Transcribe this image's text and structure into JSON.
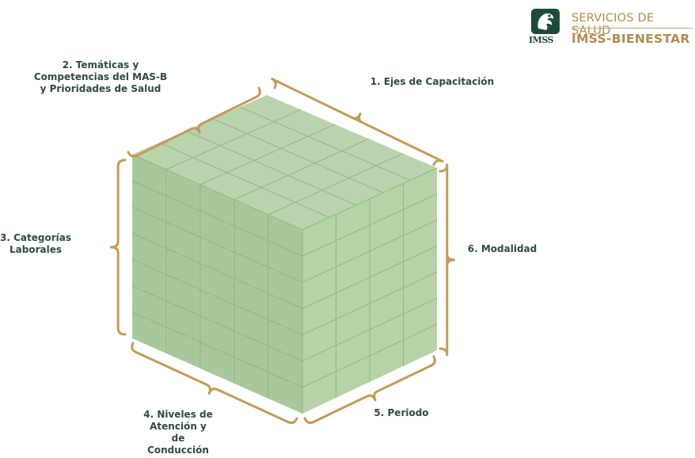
{
  "logo": {
    "top_line": "SERVICIOS DE SALUD",
    "bottom_line": "IMSS-BIENESTAR",
    "emblem_word": "IMSS",
    "emblem_icon": "imss-eagle-emblem-icon"
  },
  "labels": {
    "tematicas": "2. Temáticas y\nCompetencias del MAS-B\ny Prioridades de Salud",
    "ejes": "1. Ejes de Capacitación",
    "categorias": "3. Categorías\nLaborales",
    "modalidad": "6. Modalidad",
    "niveles": "4. Niveles de\nAtención y\nde\nConducción",
    "periodo": "5. Periodo"
  },
  "colors": {
    "brace": "#c39a5a",
    "cube_top": "#b9d3ad",
    "cube_left": "#a9c79c",
    "cube_right": "#b5d2a8",
    "cube_lines": "#94b486",
    "brand_gold": "#b48a4e",
    "brand_green": "#1f4a3a",
    "label_text": "#2f4a3f"
  },
  "cube": {
    "top_grid_divisions": 5,
    "left_columns": 5,
    "right_columns": 4,
    "rows": 7
  }
}
